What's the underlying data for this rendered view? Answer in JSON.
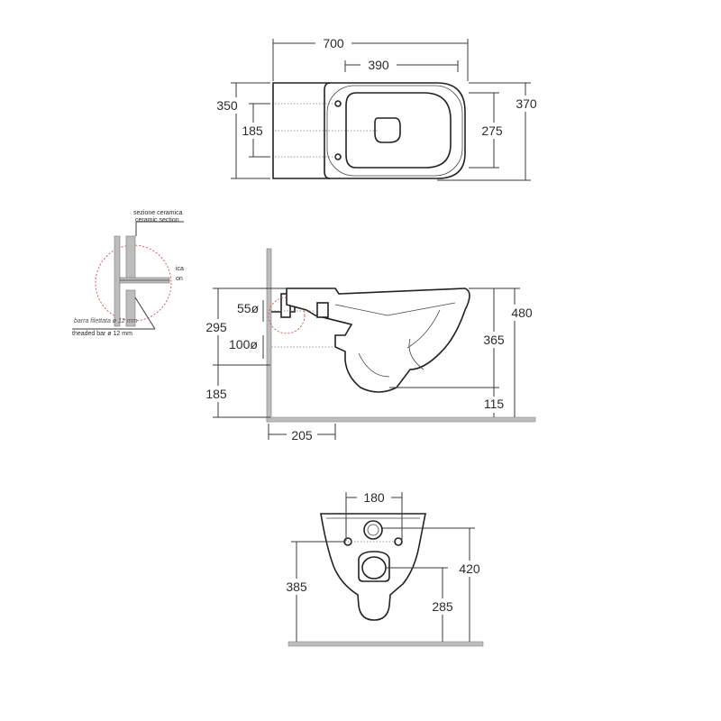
{
  "top_view": {
    "overall_length": "700",
    "fixing_holes_distance": "390",
    "depth_left": "350",
    "holes_spacing": "185",
    "inner_width": "275",
    "depth_right": "370"
  },
  "detail": {
    "label_it": "sezione ceramica",
    "label_en": "ceramic section",
    "cut_label_1": "ica",
    "cut_label_2": "on",
    "bar_it": "barra filettata ø 12 mm",
    "bar_en": "theaded bar ø 12 mm"
  },
  "side_view": {
    "inlet_diameter": "55ø",
    "outlet_diameter": "100ø",
    "inlet_height": "295",
    "outlet_height": "185",
    "projection": "205",
    "total_height": "480",
    "rim_height": "365",
    "base_height": "115"
  },
  "front_view": {
    "holes_spacing": "180",
    "outlet_height_left": "385",
    "total_height": "420",
    "outlet_height_right": "285"
  }
}
